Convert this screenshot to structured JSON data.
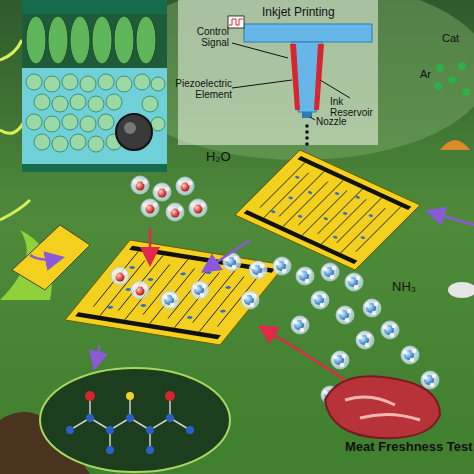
{
  "diagram": {
    "labels": [
      "Inkjet Printing",
      "Control Signal",
      "Piezoelectric Element",
      "Ink Reservoir",
      "Nozzle",
      "Cat",
      "Ar",
      "H₂O",
      "NH₃",
      "Meat Freshness Test"
    ]
  }
}
